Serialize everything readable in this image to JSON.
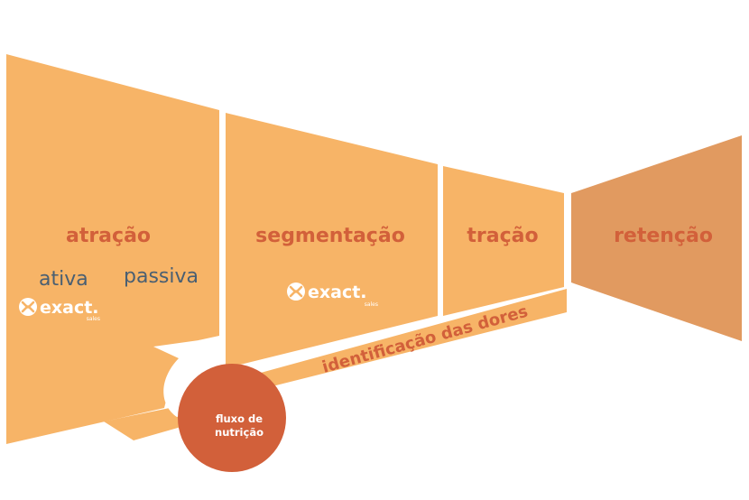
{
  "colors": {
    "panel": "#f7b467",
    "retention_panel": "#e19a60",
    "title_accent": "#d2603a",
    "circle": "#d2603a",
    "sub_label": "#4a5f72",
    "white": "#ffffff"
  },
  "stages": {
    "attraction": {
      "title": "atração",
      "active_label": "ativa",
      "passive_label": "passiva"
    },
    "segmentation": {
      "title": "segmentação"
    },
    "traction": {
      "title": "tração"
    },
    "retention": {
      "title": "retenção"
    }
  },
  "brand": {
    "name": "exact.",
    "tagline": "sales",
    "icon": "exact-sales-logo-icon"
  },
  "band": {
    "label": "identificação das dores"
  },
  "nurture": {
    "line1": "fluxo de",
    "line2": "nutrição",
    "icon": "curved-arrow-icon"
  }
}
